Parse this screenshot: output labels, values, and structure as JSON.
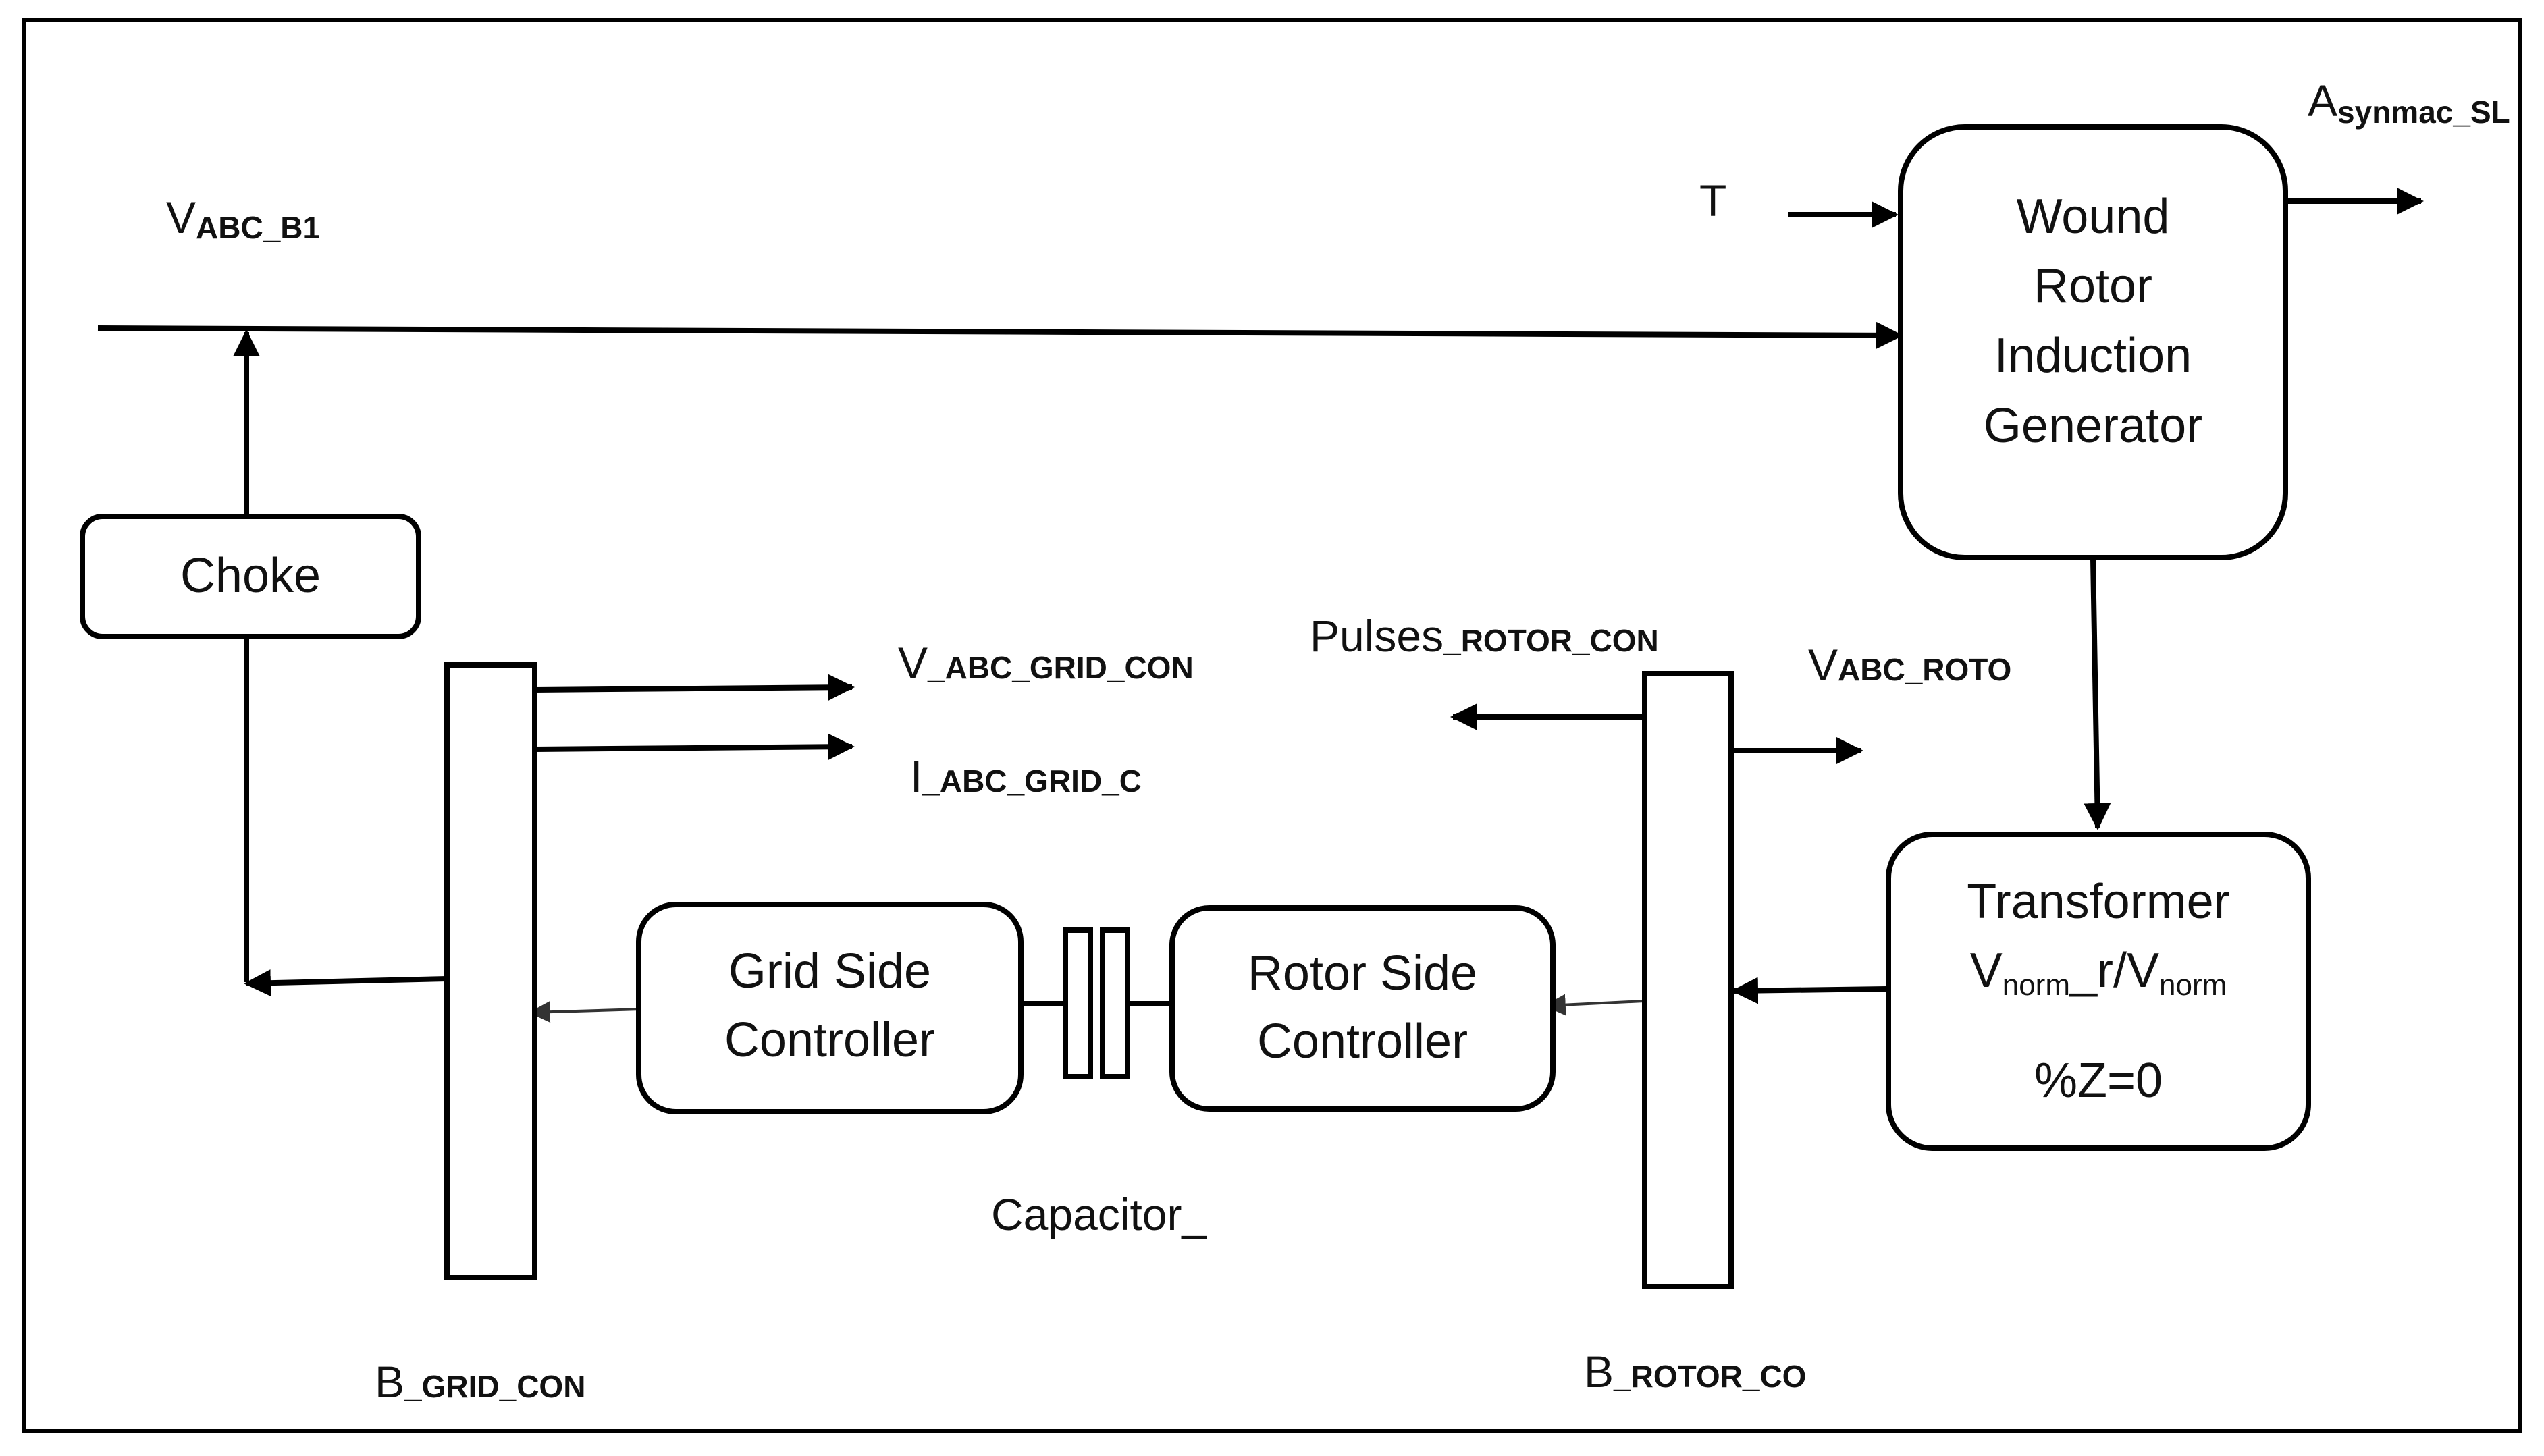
{
  "blocks": {
    "generator": {
      "line1": "Wound",
      "line2": "Rotor",
      "line3": "Induction",
      "line4": "Generator"
    },
    "transformer": {
      "line1": "Transformer",
      "ratio_a": "V",
      "ratio_a_sub": "norm",
      "ratio_mid": "_r/V",
      "ratio_b_sub": "norm",
      "impedance": "%Z=0"
    },
    "choke": {
      "label": "Choke"
    },
    "grid_side_controller": {
      "line1": "Grid Side",
      "line2": "Controller"
    },
    "rotor_side_controller": {
      "line1": "Rotor Side",
      "line2": "Controller"
    }
  },
  "signals": {
    "v_abc_b1": {
      "main": "V",
      "sub": "ABC_B1"
    },
    "torque": {
      "main": "T"
    },
    "asynmac": {
      "main": "A",
      "sub": "synmac_SL"
    },
    "v_abc_grid_con": {
      "main": "V",
      "sub": "_ABC_GRID_CON"
    },
    "i_abc_grid_c": {
      "main": "I",
      "sub": "_ABC_GRID_C"
    },
    "pulses_rotor_con": {
      "main": "Pulses",
      "sub": "_ROTOR_CON"
    },
    "v_abc_roto": {
      "main": "V",
      "sub": "ABC_ROTO"
    },
    "capacitor": {
      "main": "Capacitor_"
    },
    "b_grid_con": {
      "main": "B",
      "sub": "_GRID_CON"
    },
    "b_rotor_co": {
      "main": "B",
      "sub": "_ROTOR_CO"
    }
  }
}
